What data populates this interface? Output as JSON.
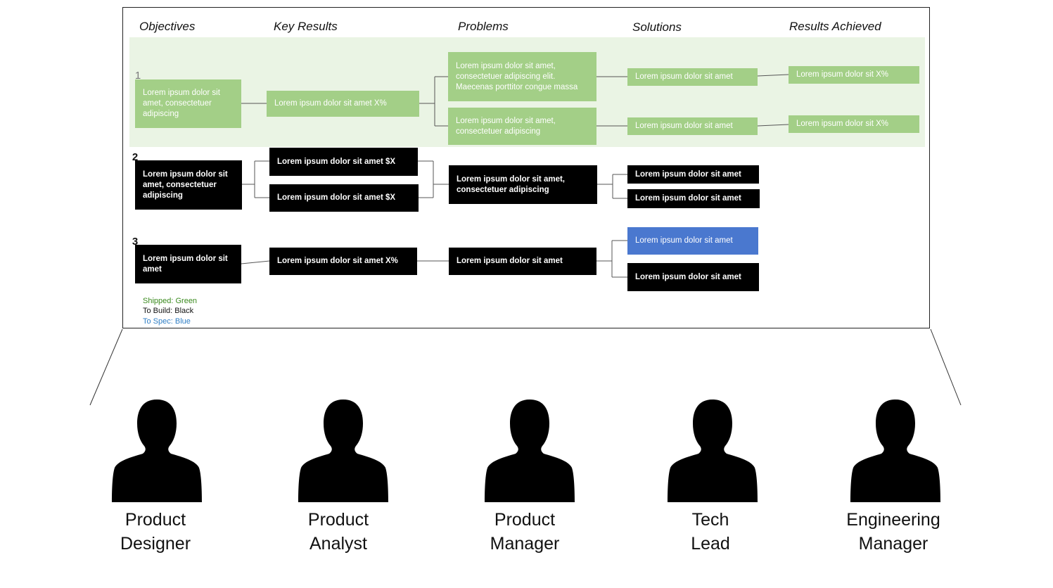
{
  "headers": {
    "objectives": "Objectives",
    "key_results": "Key Results",
    "problems": "Problems",
    "solutions": "Solutions",
    "results": "Results Achieved"
  },
  "rows": {
    "r1": {
      "number": "1",
      "objective": "Lorem ipsum dolor sit amet, consectetuer adipiscing",
      "key_result": "Lorem ipsum dolor sit amet X%",
      "problem_a": "Lorem ipsum dolor sit amet, consectetuer adipiscing elit. Maecenas porttitor congue massa",
      "problem_b": "Lorem ipsum dolor sit amet, consectetuer adipiscing",
      "solution_a": "Lorem ipsum dolor sit amet",
      "solution_b": "Lorem ipsum dolor sit amet",
      "result_a": "Lorem ipsum dolor sit X%",
      "result_b": "Lorem ipsum dolor sit X%"
    },
    "r2": {
      "number": "2",
      "objective": "Lorem ipsum dolor sit amet, consectetuer adipiscing",
      "key_result_a": "Lorem ipsum dolor sit amet $X",
      "key_result_b": "Lorem ipsum dolor sit amet $X",
      "problem": "Lorem ipsum dolor sit amet, consectetuer adipiscing",
      "solution_a": "Lorem ipsum dolor sit amet",
      "solution_b": "Lorem ipsum dolor sit amet"
    },
    "r3": {
      "number": "3",
      "objective": "Lorem ipsum dolor sit amet",
      "key_result": "Lorem ipsum dolor sit amet X%",
      "problem": "Lorem ipsum dolor sit amet",
      "solution_a": "Lorem ipsum dolor sit amet",
      "solution_b": "Lorem ipsum dolor sit amet"
    }
  },
  "legend": {
    "shipped": "Shipped: Green",
    "to_build": "To Build: Black",
    "to_spec": "To Spec: Blue"
  },
  "colors": {
    "shipped": "#a3cf87",
    "to_build": "#000000",
    "to_spec": "#4a78cf",
    "legend_shipped_text": "#3a8a1e",
    "legend_spec_text": "#2f7ec4"
  },
  "team": [
    {
      "line1": "Product",
      "line2": "Designer",
      "icon": "person-silhouette-icon"
    },
    {
      "line1": "Product",
      "line2": "Analyst",
      "icon": "person-silhouette-icon"
    },
    {
      "line1": "Product",
      "line2": "Manager",
      "icon": "person-silhouette-icon"
    },
    {
      "line1": "Tech",
      "line2": "Lead",
      "icon": "person-silhouette-icon"
    },
    {
      "line1": "Engineering",
      "line2": "Manager",
      "icon": "person-silhouette-icon"
    }
  ]
}
